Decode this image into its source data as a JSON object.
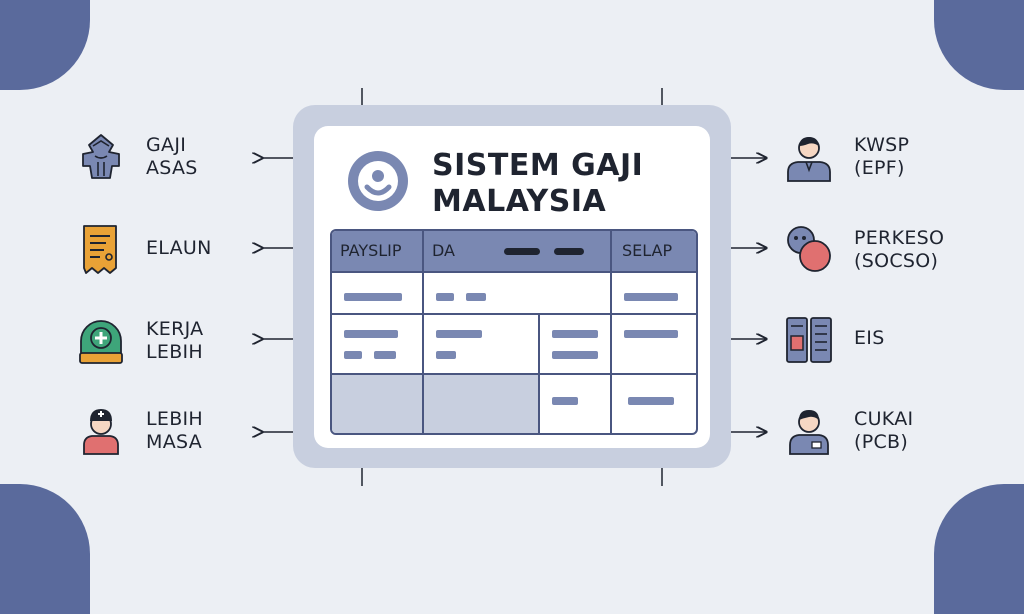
{
  "title": {
    "line1": "SISTEM GAJI",
    "line2": "MALAYSIA"
  },
  "payslip": {
    "col1": "PAYSLIP",
    "col2": "DA",
    "col3": "SELAP"
  },
  "left_items": [
    {
      "line1": "GAJI",
      "line2": "ASAS",
      "icon": "elephant-icon"
    },
    {
      "line1": "ELAUN",
      "line2": "",
      "icon": "receipt-icon"
    },
    {
      "line1": "KERJA",
      "line2": "LEBIH",
      "icon": "medical-badge-icon"
    },
    {
      "line1": "LEBIH",
      "line2": "MASA",
      "icon": "nurse-icon"
    }
  ],
  "right_items": [
    {
      "line1": "KWSP",
      "line2": "(EPF)",
      "icon": "person-icon"
    },
    {
      "line1": "PERKESO",
      "line2": "(SOCSO)",
      "icon": "overlapping-circles-icon"
    },
    {
      "line1": "EIS",
      "line2": "",
      "icon": "cabinet-icon"
    },
    {
      "line1": "CUKAI",
      "line2": "(PCB)",
      "icon": "officer-icon"
    }
  ],
  "colors": {
    "background": "#eceff4",
    "accent": "#5a6a9c",
    "header": "#7a88b2",
    "frame": "#c8cfdf",
    "coral": "#e07070",
    "green": "#3ea57a",
    "orange": "#e9a236"
  }
}
